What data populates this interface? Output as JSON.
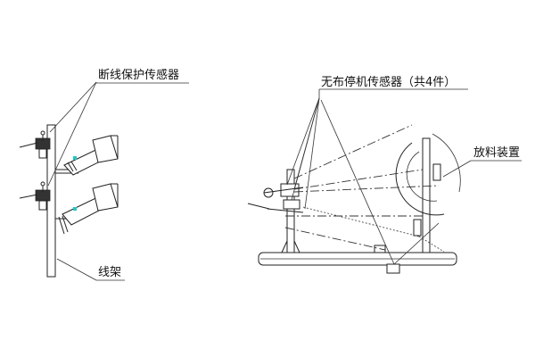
{
  "labels": {
    "break_sensor": "断线保护传感器",
    "no_cloth_sensor": "无布停机传感器（共4件）",
    "unwind_device": "放料装置",
    "wire_frame": "线架"
  },
  "colors": {
    "line": "#222222",
    "accent": "#22c7c7"
  }
}
